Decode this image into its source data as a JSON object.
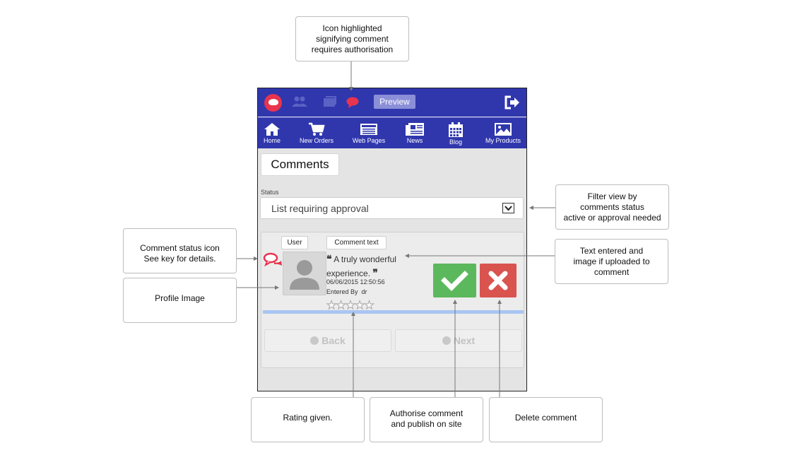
{
  "app": {
    "preview_label": "Preview",
    "nav": [
      {
        "label": "Home",
        "icon": "home-icon"
      },
      {
        "label": "New Orders",
        "icon": "cart-icon"
      },
      {
        "label": "Web Pages",
        "icon": "web-pages-icon"
      },
      {
        "label": "News",
        "icon": "news-icon"
      },
      {
        "label": "Blog",
        "icon": "calendar-icon"
      },
      {
        "label": "My Products",
        "icon": "image-icon"
      }
    ],
    "page_title": "Comments",
    "status_label": "Status",
    "status_value": "List requiring approval",
    "tags": {
      "user": "User",
      "comment_text": "Comment text"
    },
    "comment": {
      "text": "A truly wonderful experience.",
      "date": "06/06/2015 12:50:56",
      "entered_by_label": "Entered By",
      "entered_by": "dr",
      "rating": 0,
      "rating_max": 5
    },
    "pager": {
      "back": "Back",
      "next": "Next"
    }
  },
  "callouts": {
    "icon_highlight": [
      "Icon highlighted",
      "signifying comment",
      "requires authorisation"
    ],
    "filter": [
      "Filter view by",
      "comments status",
      "active or approval needed"
    ],
    "status_icon": [
      "Comment status icon",
      "See key for details."
    ],
    "profile_image": [
      "Profile Image"
    ],
    "text_entered": [
      "Text entered and",
      "image if uploaded to",
      "comment"
    ],
    "rating": [
      "Rating given."
    ],
    "authorise": [
      "Authorise comment",
      "and publish on site"
    ],
    "delete": [
      "Delete comment"
    ]
  },
  "colors": {
    "header": "#3037ad",
    "accent_red": "#e8344e",
    "approve": "#5cb85c",
    "delete": "#d9534f",
    "progress": "#a9c6f2"
  }
}
